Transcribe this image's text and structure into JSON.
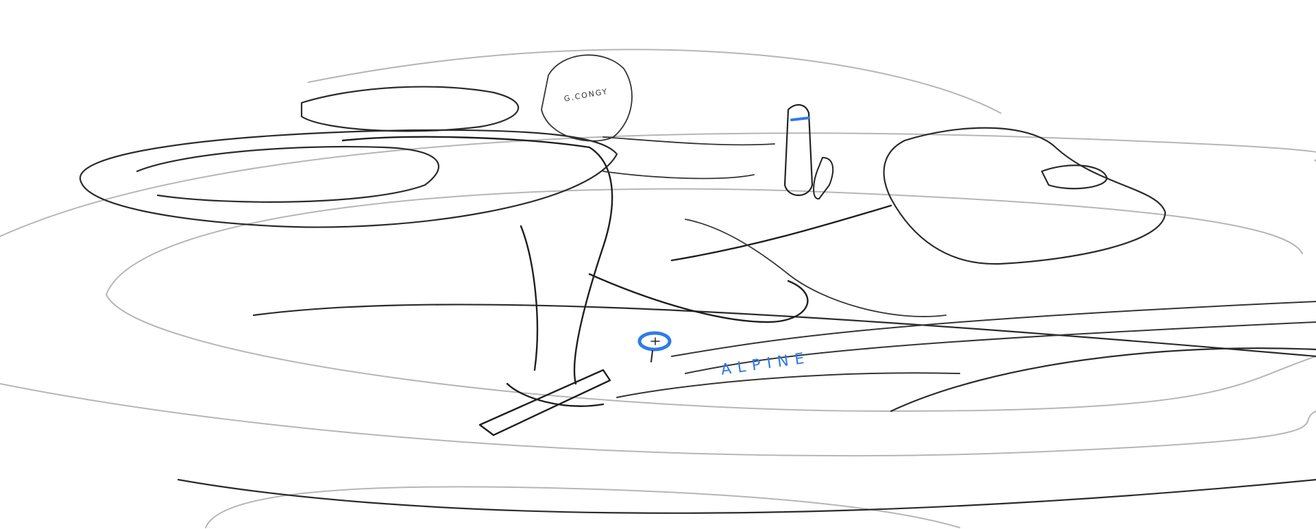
{
  "artwork": {
    "type": "concept car interior sketch",
    "style": "pencil line drawing on white with blue accents",
    "brand_text": "ALPINE",
    "helmet_text": "G.CONGY",
    "colors": {
      "background": "#ffffff",
      "line_dark": "#222222",
      "line_mid": "#555555",
      "line_light": "#b0b0b0",
      "accent_blue": "#2f7be6"
    }
  }
}
